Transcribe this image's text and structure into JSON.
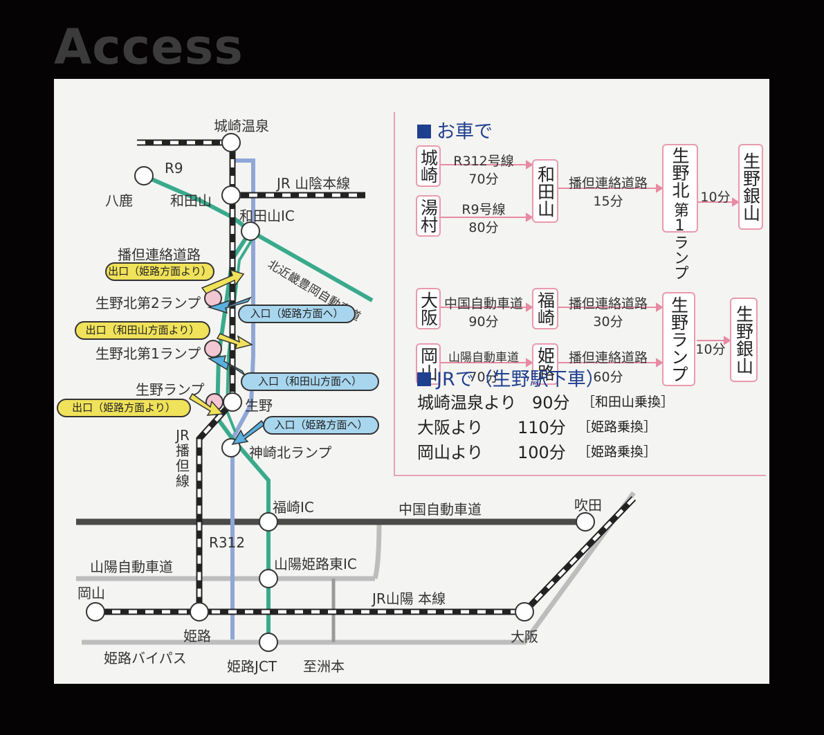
{
  "heading": "Access",
  "colors": {
    "background": "#050304",
    "panel": "#f4f4f2",
    "heading": "#3b3b3b",
    "info_border": "#e8a1b8",
    "header_blue": "#1f3f8f",
    "teal_route": "#3aaa8c",
    "blue_route": "#8fa6d6",
    "expressway": "#4a4a4a",
    "gray_road": "#bdbdbd",
    "exit_pill": "#f0e25a",
    "entry_pill": "#a8d6ee",
    "ramp_pink": "#f2c6d2"
  },
  "car": {
    "header": "お車で",
    "group1": {
      "origin_a": "城崎",
      "origin_b": "湯村",
      "route_a": "R312号線",
      "time_a": "70分",
      "route_b": "R9号線",
      "time_b": "80分",
      "via": "和田山",
      "route_c": "播但連絡道路",
      "time_c": "15分",
      "ramp_right": "生野北",
      "ramp_left": "第1ランプ",
      "time_d": "10分",
      "dest": "生野銀山"
    },
    "group2": {
      "origin_a": "大阪",
      "origin_b": "岡山",
      "route_a": "中国自動車道",
      "time_a": "90分",
      "route_b": "山陽自動車道",
      "time_b": "70分",
      "via_a": "福崎",
      "via_b": "姫路",
      "route_c": "播但連絡道路",
      "time_c": "30分",
      "route_d": "播但連絡道路",
      "time_d": "60分",
      "ramp": "生野ランプ",
      "time_e": "10分",
      "dest": "生野銀山"
    }
  },
  "jr": {
    "header": "JRで（生野駅下車）",
    "rows": [
      {
        "from": "城崎温泉より",
        "time": "90分",
        "note": "［和田山乗換］"
      },
      {
        "from": "大阪より",
        "time": "110分",
        "note": "［姫路乗換］"
      },
      {
        "from": "岡山より",
        "time": "100分",
        "note": "［姫路乗換］"
      }
    ]
  },
  "map": {
    "kinosaki": "城崎温泉",
    "r9": "R9",
    "youka": "八鹿",
    "wadayama": "和田山",
    "sanin": "JR 山陰本線",
    "wadayama_ic": "和田山IC",
    "kitakinki": "北近畿豊岡自動車道",
    "bantan": "播但連絡道路",
    "exit1": "出口（姫路方面より）",
    "ramp2": "生野北第2ランプ",
    "entry1": "入口（姫路方面へ）",
    "exit2": "出口（和田山方面より）",
    "ramp1": "生野北第1ランプ",
    "entry2": "入口（和田山方面へ）",
    "ikuno_ramp": "生野ランプ",
    "ikuno": "生野",
    "exit3": "出口（姫路方面より）",
    "entry3": "入口（姫路方面へ）",
    "kanzaki": "神崎北ランプ",
    "bantan_line": "JR播但線",
    "fukusaki_ic": "福崎IC",
    "chugoku": "中国自動車道",
    "suita": "吹田",
    "r312": "R312",
    "sanyo_exp": "山陽自動車道",
    "himeji_east": "山陽姫路東IC",
    "okayama": "岡山",
    "sanyo_line": "JR山陽 本線",
    "himeji": "姫路",
    "osaka": "大阪",
    "bypass": "姫路バイパス",
    "himeji_jct": "姫路JCT",
    "shishumoto": "至洲本"
  }
}
